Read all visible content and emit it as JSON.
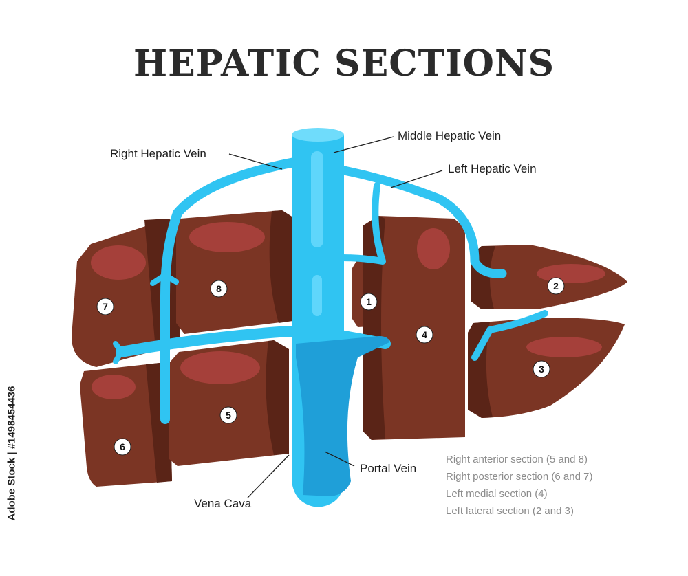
{
  "title": "HEPATIC SECTIONS",
  "labels": {
    "right_hepatic_vein": "Right Hepatic Vein",
    "middle_hepatic_vein": "Middle Hepatic Vein",
    "left_hepatic_vein": "Left Hepatic Vein",
    "portal_vein": "Portal Vein",
    "vena_cava": "Vena Cava"
  },
  "segments": [
    "1",
    "2",
    "3",
    "4",
    "5",
    "6",
    "7",
    "8"
  ],
  "legend": [
    "Right anterior section (5 and 8)",
    "Right posterior section (6 and 7)",
    "Left medial section (4)",
    "Left lateral section (2 and 3)"
  ],
  "credit": "Adobe Stock | #1498454436",
  "colors": {
    "liver": "#7b3524",
    "liver_dark": "#5a2417",
    "liver_highlight": "#a5403a",
    "vein": "#30c4f2",
    "vein_dark": "#1f9fd8"
  }
}
